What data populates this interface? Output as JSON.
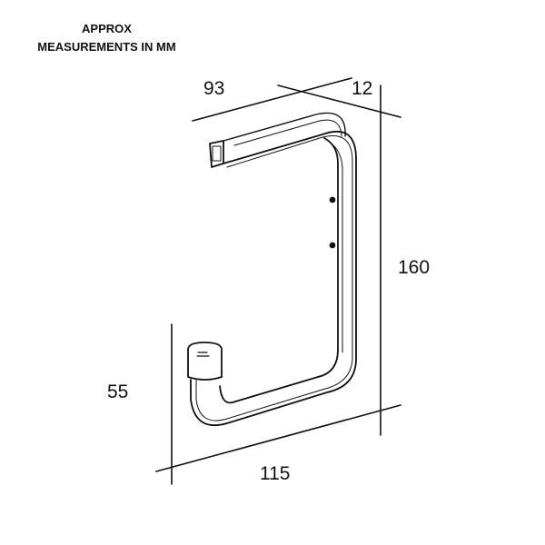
{
  "header": {
    "line1": "APPROX",
    "line2": "MEASUREMENTS IN MM"
  },
  "dimensions": {
    "depth": "93",
    "thickness": "12",
    "height": "160",
    "hook_height": "55",
    "width": "115"
  }
}
